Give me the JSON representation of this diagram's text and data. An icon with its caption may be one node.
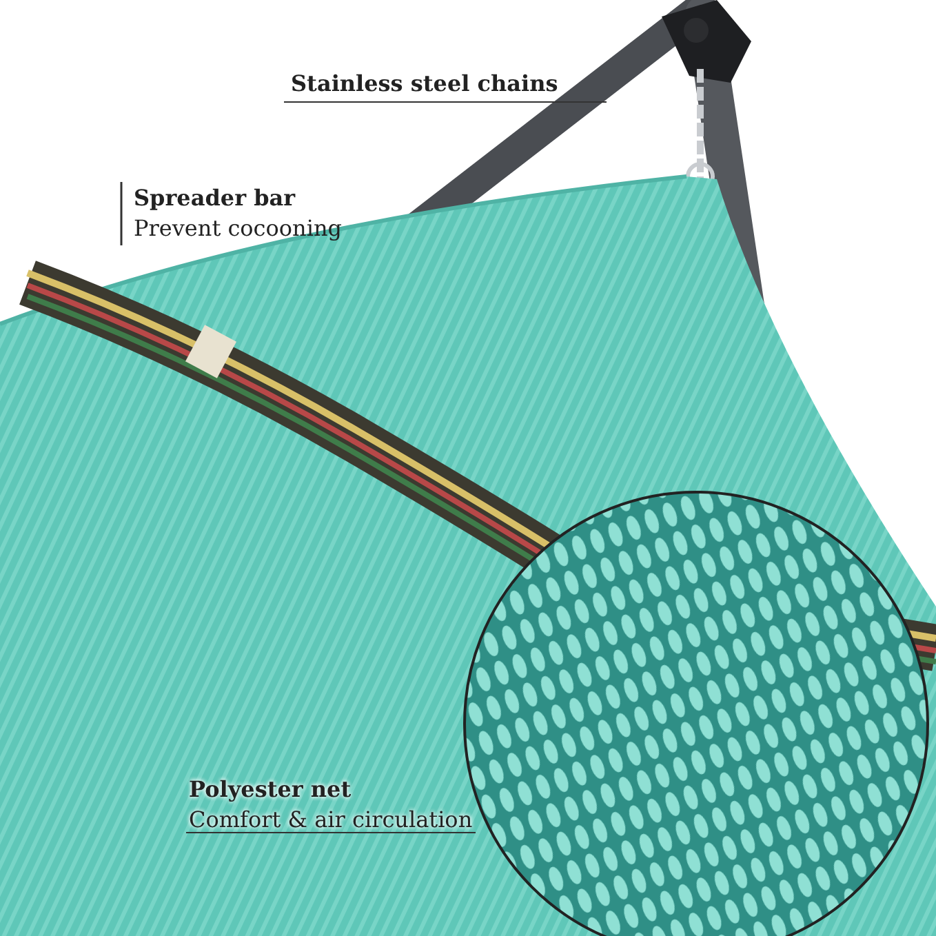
{
  "diagram": {
    "labels": [
      "Stainless steel chains",
      "Spreader bar",
      "Prevent cocooning",
      "Polyester net",
      "Comfort & air circulation"
    ]
  }
}
